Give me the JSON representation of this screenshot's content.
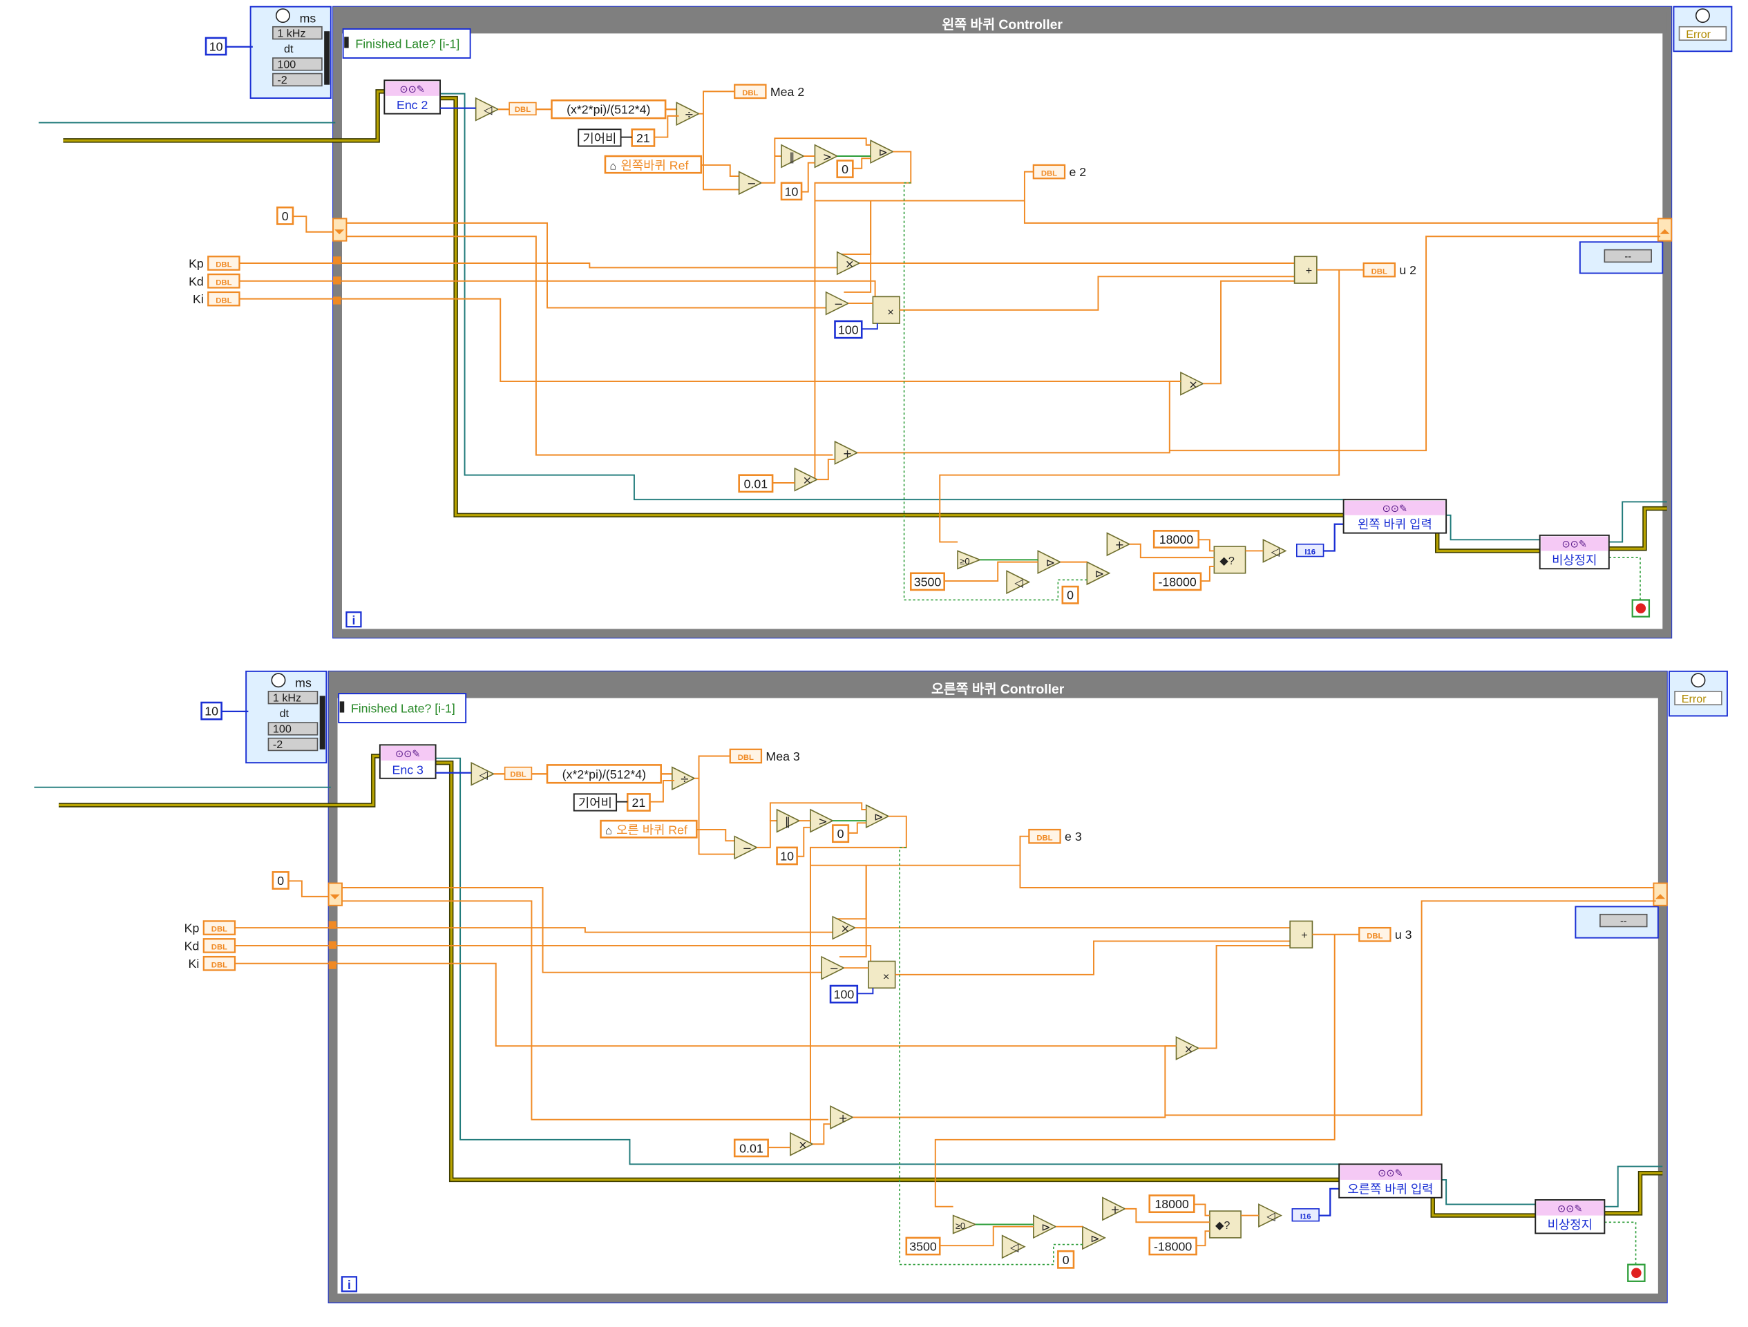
{
  "loops": [
    {
      "title": "왼쪽 바퀴 Controller",
      "timing": {
        "unit": "ms",
        "source": "1 kHz",
        "dt": "dt",
        "offset": "100",
        "priority": "-2"
      },
      "dt_constant": "10",
      "finished_late": "Finished Late? [i-1]",
      "enc": "Enc 2",
      "dbl": "DBL",
      "formula": "(x*2*pi)/(512*4)",
      "gear_label": "기어비",
      "gear_value": "21",
      "ref_label": "왼쪽바퀴 Ref",
      "mea_label": "Mea 2",
      "e_label": "e 2",
      "u_label": "u 2",
      "init_constant": "0",
      "kp": "Kp",
      "kd": "Kd",
      "ki": "Ki",
      "const_10": "10",
      "const_0a": "0",
      "const_100": "100",
      "const_001": "0.01",
      "const_3500": "3500",
      "const_0b": "0",
      "max": "18000",
      "min": "-18000",
      "i16": "I16",
      "input_node": "왼쪽 바퀴 입력",
      "estop_node": "비상정지",
      "error_label": "Error",
      "iteration": "i",
      "ge0": "≥0",
      "errors_cluster": "--"
    },
    {
      "title": "오른쪽 바퀴 Controller",
      "timing": {
        "unit": "ms",
        "source": "1 kHz",
        "dt": "dt",
        "offset": "100",
        "priority": "-2"
      },
      "dt_constant": "10",
      "finished_late": "Finished Late? [i-1]",
      "enc": "Enc 3",
      "dbl": "DBL",
      "formula": "(x*2*pi)/(512*4)",
      "gear_label": "기어비",
      "gear_value": "21",
      "ref_label": "오른 바퀴 Ref",
      "mea_label": "Mea 3",
      "e_label": "e 3",
      "u_label": "u 3",
      "init_constant": "0",
      "kp": "Kp",
      "kd": "Kd",
      "ki": "Ki",
      "const_10": "10",
      "const_0a": "0",
      "const_100": "100",
      "const_001": "0.01",
      "const_3500": "3500",
      "const_0b": "0",
      "max": "18000",
      "min": "-18000",
      "i16": "I16",
      "input_node": "오른쪽 바퀴 입력",
      "estop_node": "비상정지",
      "error_label": "Error",
      "iteration": "i",
      "ge0": "≥0",
      "errors_cluster": "--"
    }
  ],
  "colors": {
    "loop_frame": "#7f7f7f",
    "loop_border": "#1a2fd4",
    "dbl_wire": "#f08a24",
    "int_wire": "#1a2fd4",
    "ref_wire": "#1f7a7a",
    "bool_wire": "#2e9e3a",
    "error_wire": "#b9a400",
    "node_fill": "#f2eac6",
    "node_stroke": "#6e6e2e",
    "subvi_fill": "#f5c9f5"
  }
}
